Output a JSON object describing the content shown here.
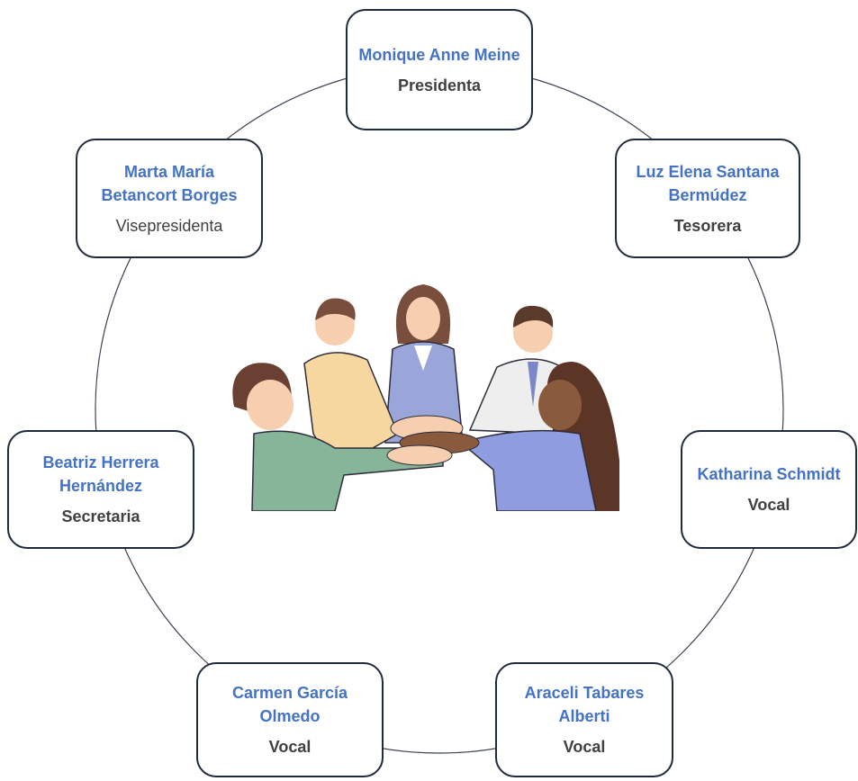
{
  "members": [
    {
      "name": "Monique Anne Meine",
      "role": "Presidenta"
    },
    {
      "name": "Luz Elena Santana Bermúdez",
      "role": "Tesorera"
    },
    {
      "name": "Katharina Schmidt",
      "role": "Vocal"
    },
    {
      "name": "Araceli Tabares Alberti",
      "role": "Vocal"
    },
    {
      "name": "Carmen García Olmedo",
      "role": "Vocal"
    },
    {
      "name": "Beatriz Herrera Hernández",
      "role": "Secretaria"
    },
    {
      "name": "Marta María Betancort Borges",
      "role": "Visepresidenta"
    }
  ],
  "colors": {
    "name": "#4472c4",
    "role": "#404040",
    "border": "#1f2a3c",
    "ring": "#3a4150"
  },
  "illustration": "teamwork-hands-together-illustration"
}
